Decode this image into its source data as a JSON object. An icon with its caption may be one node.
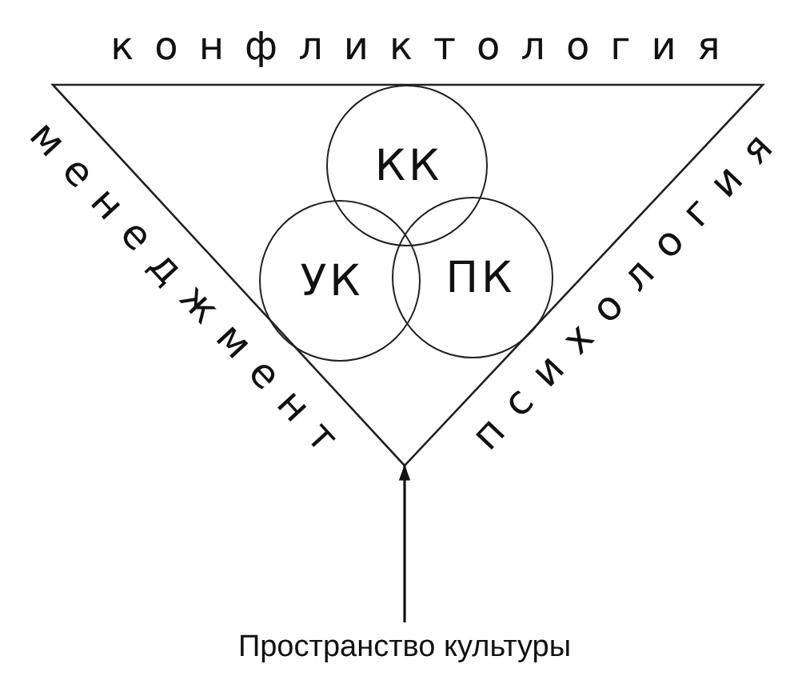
{
  "diagram": {
    "nodes": [
      {
        "text": [
          "конфликтология",
          "менеджмент",
          "психология"
        ]
      },
      {
        "text": [
          "КК"
        ],
        "in": 0
      },
      {
        "text": [
          "УК"
        ],
        "in": 0
      },
      {
        "text": [
          "ПК"
        ],
        "in": 0
      },
      {
        "text": [
          "Пространство культуры"
        ]
      }
    ],
    "edges": [
      {
        "from": 4,
        "to": 0,
        "arrow": "to"
      }
    ]
  }
}
